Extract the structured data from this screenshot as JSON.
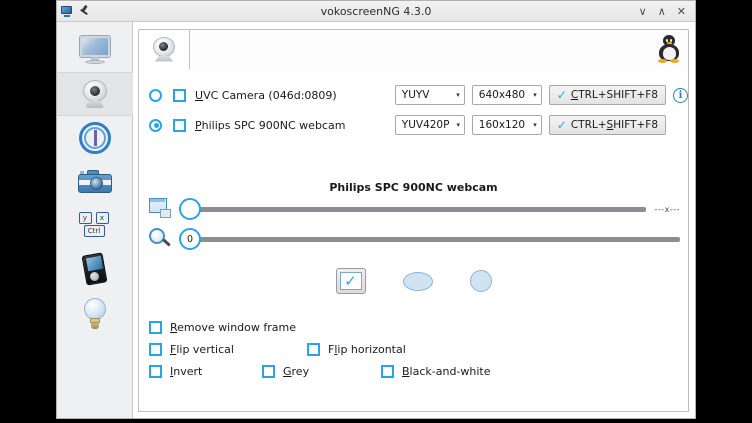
{
  "titlebar": {
    "app_icon": "vokoscreen-app-icon",
    "pin_icon": "pin-icon",
    "title": "vokoscreenNG 4.3.0",
    "minimize": "∨",
    "maximize": "∧",
    "close": "✕"
  },
  "sidebar": {
    "items": [
      {
        "icon": "monitor-icon",
        "name": "screen",
        "active": false
      },
      {
        "icon": "webcam-icon",
        "name": "camera",
        "active": true
      },
      {
        "icon": "audio-icon",
        "name": "audio",
        "active": false
      },
      {
        "icon": "snapshot-icon",
        "name": "snapshot",
        "active": false
      },
      {
        "icon": "hotkeys-icon",
        "name": "hotkeys",
        "active": false
      },
      {
        "icon": "player-icon",
        "name": "player",
        "active": false
      },
      {
        "icon": "bulb-icon",
        "name": "tips",
        "active": false
      }
    ]
  },
  "tabs": {
    "items": [
      {
        "icon": "webcam-icon",
        "label": ""
      }
    ],
    "logo": "tux-penguin-logo"
  },
  "devices": {
    "rows": [
      {
        "selected": false,
        "enabled": false,
        "label": "UVC Camera (046d:0809)",
        "mnemonic": "U",
        "format": "YUYV",
        "resolution": "640x480",
        "shortcut": "CTRL+SHIFT+F8",
        "shortcut_mnemonic": "C",
        "has_info": true,
        "info_icon": "info-icon"
      },
      {
        "selected": true,
        "enabled": false,
        "label": "Philips SPC 900NC webcam",
        "mnemonic": "P",
        "format": "YUV420P",
        "resolution": "160x120",
        "shortcut": "CTRL+SHIFT+F8",
        "shortcut_mnemonic": "S",
        "has_info": false,
        "info_icon": ""
      }
    ],
    "arrow": "▾",
    "check": "✓"
  },
  "preview": {
    "device_title": "Philips SPC 900NC webcam"
  },
  "sliders": [
    {
      "icon": "resize-icon",
      "name": "size-slider",
      "value": "",
      "position_pct": 2,
      "end_label": "---x---"
    },
    {
      "icon": "magnifier-icon",
      "name": "zoom-slider",
      "value": "0",
      "position_pct": 1,
      "end_label": ""
    }
  ],
  "shapes": [
    {
      "name": "rect-shape-button",
      "type": "rect",
      "selected": true,
      "glyph": "✓"
    },
    {
      "name": "ellipse-shape-button",
      "type": "ellipse",
      "selected": false,
      "glyph": ""
    },
    {
      "name": "circle-shape-button",
      "type": "circle",
      "selected": false,
      "glyph": ""
    }
  ],
  "options": [
    [
      {
        "label": "Remove window frame",
        "mnemonic": "R",
        "checked": false,
        "name": "remove-window-frame"
      }
    ],
    [
      {
        "label": "Flip vertical",
        "mnemonic": "F",
        "checked": false,
        "name": "flip-vertical"
      },
      {
        "label": "Flip horizontal",
        "mnemonic": "l",
        "checked": false,
        "name": "flip-horizontal"
      }
    ],
    [
      {
        "label": "Invert",
        "mnemonic": "I",
        "checked": false,
        "name": "invert"
      },
      {
        "label": "Grey",
        "mnemonic": "G",
        "checked": false,
        "name": "grey"
      },
      {
        "label": "Black-and-white",
        "mnemonic": "B",
        "checked": false,
        "name": "black-and-white"
      }
    ]
  ],
  "colors": {
    "accent": "#2aa3e8",
    "sidebar_bg": "#eff0f1",
    "panel_bg": "#ffffff",
    "track": "#8a8d92"
  }
}
